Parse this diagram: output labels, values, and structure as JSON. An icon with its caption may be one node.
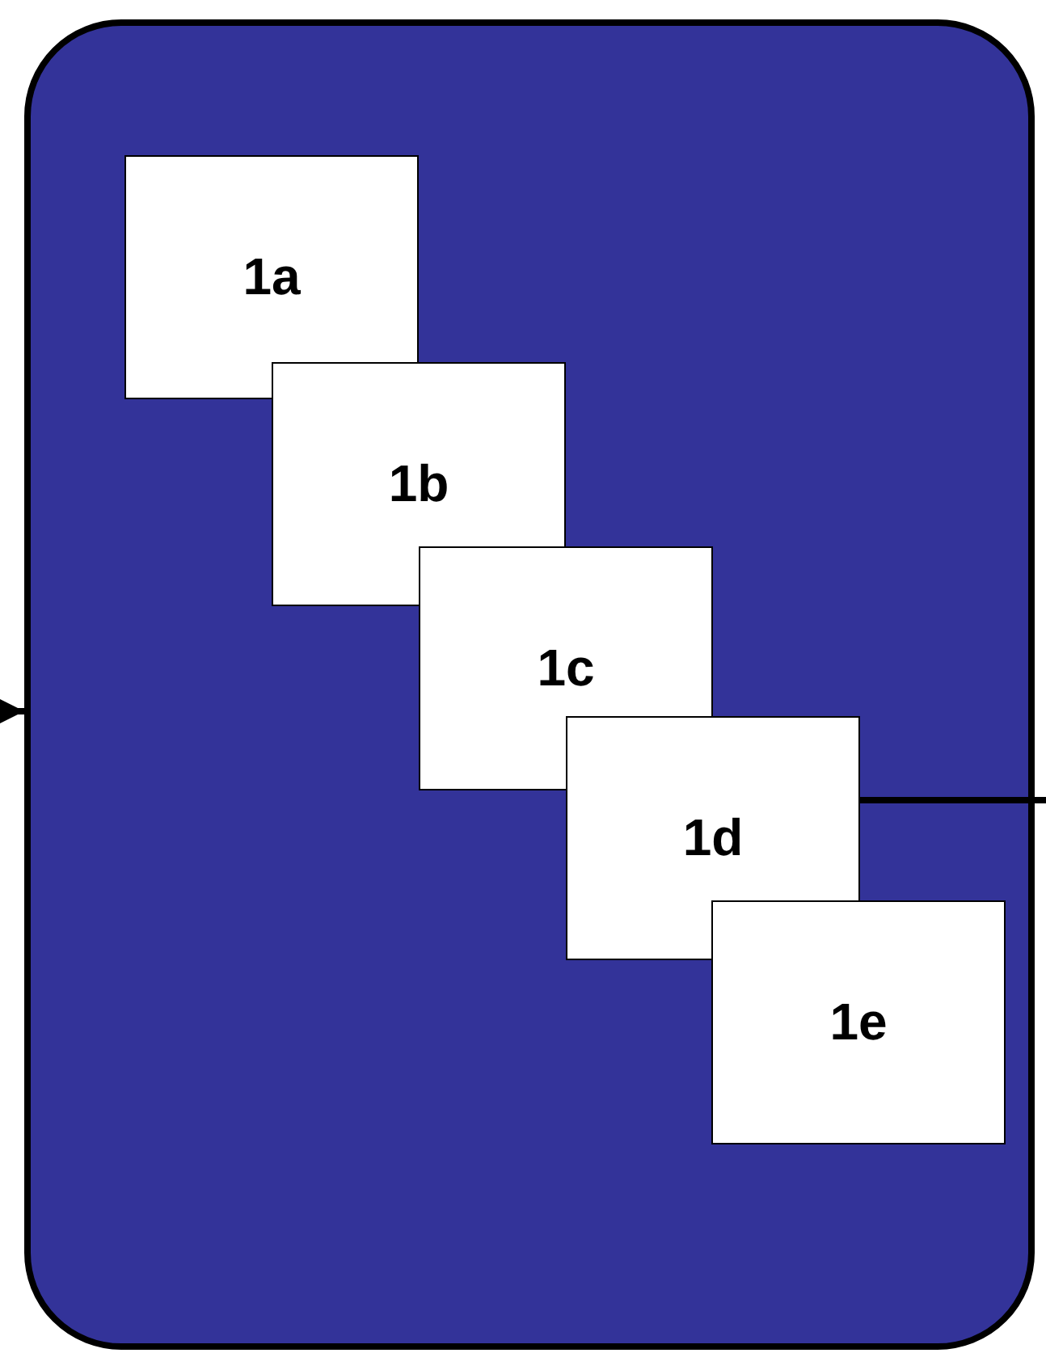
{
  "diagram": {
    "nodes": [
      {
        "text": [],
        "shape": "box"
      },
      {
        "text": [
          "1a"
        ],
        "in": 0
      },
      {
        "text": [
          "1b"
        ],
        "in": 0
      },
      {
        "text": [
          "1c"
        ],
        "in": 0
      },
      {
        "text": [
          "1d"
        ],
        "in": 0
      },
      {
        "text": [
          "1e"
        ],
        "in": 0
      }
    ],
    "edges": [
      {
        "from": null,
        "to": 0,
        "arrow": "to"
      },
      {
        "from": 4,
        "to": null,
        "arrow": "none"
      }
    ]
  }
}
